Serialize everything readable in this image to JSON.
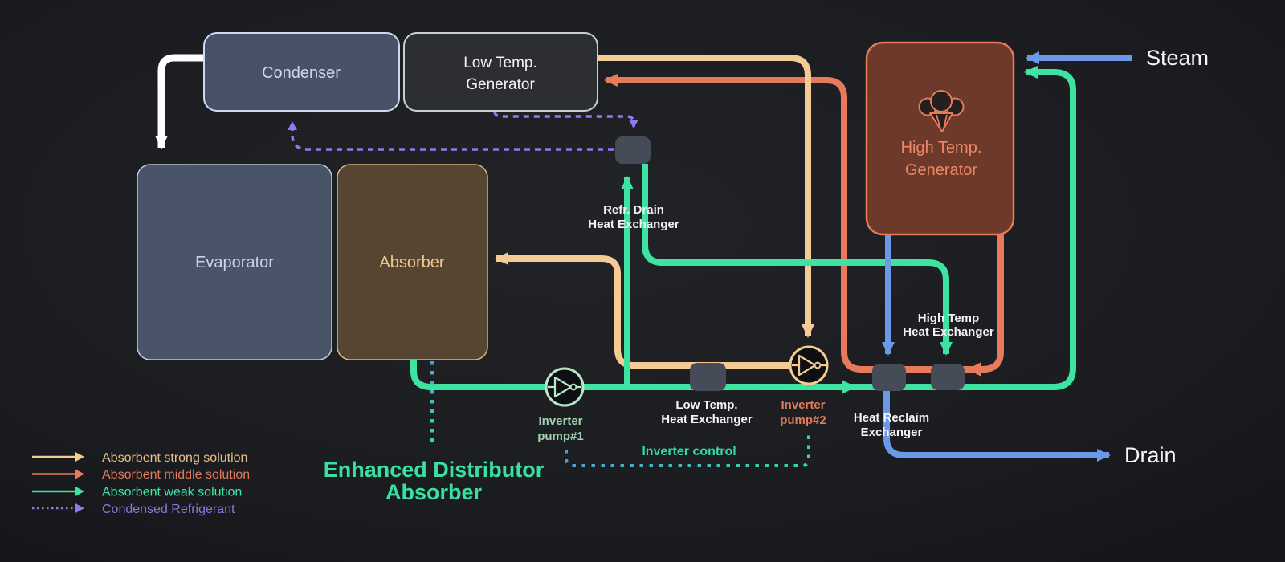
{
  "palette": {
    "background": "#1a1c20",
    "strong_solution": "#f5cb95",
    "middle_solution": "#e87a5c",
    "weak_solution": "#3fe3a1",
    "condensed_refrigerant": "#8d7bee",
    "water_steam": "#6b99e8",
    "white_pipe": "#ffffff",
    "control_dash_blue": "#4f9fd4",
    "control_dash_green": "#35d9a0",
    "condenser_fill": "#475168",
    "generator_low_fill": "#2d2e31",
    "generator_high_fill": "#6c392a",
    "evaporator_fill": "#4a5468",
    "absorber_fill": "#564631",
    "exchanger_fill": "#454b57"
  },
  "components": {
    "condenser": {
      "label": "Condenser"
    },
    "low_temp_generator": {
      "line1": "Low Temp.",
      "line2": "Generator"
    },
    "high_temp_generator": {
      "line1": "High Temp.",
      "line2": "Generator"
    },
    "evaporator": {
      "label": "Evaporator"
    },
    "absorber": {
      "label": "Absorber"
    }
  },
  "exchangers": {
    "refr_drain": {
      "line1": "Refr. Drain",
      "line2": "Heat Exchanger"
    },
    "low_temp": {
      "line1": "Low Temp.",
      "line2": "Heat Exchanger"
    },
    "high_temp": {
      "line1": "High Temp",
      "line2": "Heat Exchanger"
    },
    "heat_reclaim": {
      "line1": "Heat Reclaim",
      "line2": "Exchanger"
    }
  },
  "pumps": {
    "pump1": {
      "line1": "Inverter",
      "line2": "pump#1"
    },
    "pump2": {
      "line1": "Inverter",
      "line2": "pump#2"
    }
  },
  "labels": {
    "inverter_control": "Inverter control",
    "annotation_line1": "Enhanced Distributor",
    "annotation_line2": "Absorber",
    "steam": "Steam",
    "drain": "Drain"
  },
  "legend": [
    {
      "label": "Absorbent strong solution",
      "color": "#f5cb95"
    },
    {
      "label": "Absorbent middle solution",
      "color": "#e87a5c"
    },
    {
      "label": "Absorbent weak solution",
      "color": "#3fe3a1"
    },
    {
      "label": "Condensed Refrigerant",
      "color": "#8d7bee"
    }
  ]
}
